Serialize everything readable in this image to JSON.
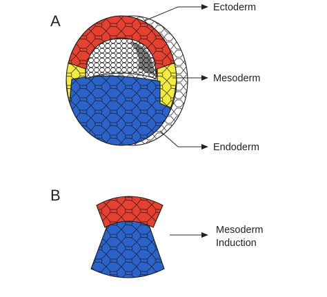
{
  "panels": {
    "a": {
      "letter": "A"
    },
    "b": {
      "letter": "B"
    }
  },
  "labels": {
    "ectoderm": "Ectoderm",
    "mesoderm": "Mesoderm",
    "endoderm": "Endoderm",
    "induction_line1": "Mesoderm",
    "induction_line2": "Induction"
  },
  "colors": {
    "ectoderm": "#e8402f",
    "mesoderm": "#f4ec3a",
    "endoderm": "#2a63c9",
    "ink": "#222222",
    "background": "#ffffff"
  }
}
